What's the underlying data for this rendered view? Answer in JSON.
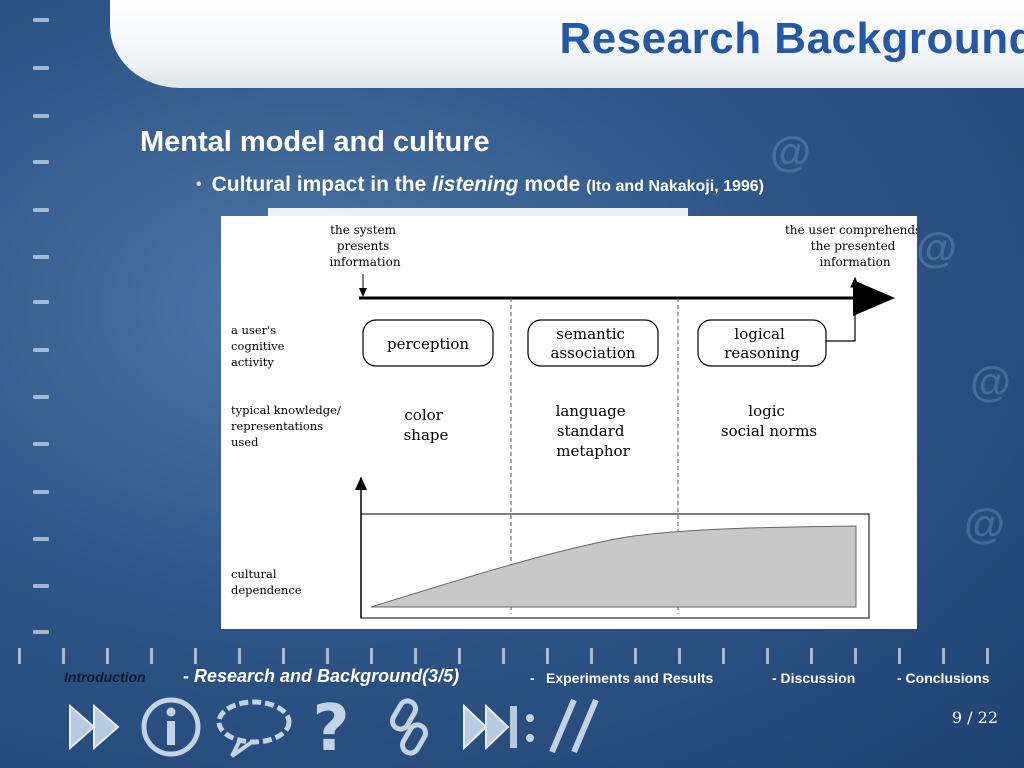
{
  "slide": {
    "title": "Research Background",
    "heading": "Mental model and culture",
    "bullet": {
      "prefix": "Cultural impact in the ",
      "emphasis": "listening",
      "suffix": " mode ",
      "citation": "(Ito and Nakakoji, 1996)"
    }
  },
  "figure": {
    "top_left_label": [
      "the system",
      "presents",
      "information"
    ],
    "top_right_label": [
      "the user comprehends",
      "the presented",
      "information"
    ],
    "row_labels": {
      "activity": [
        "a user's",
        "cognitive",
        "activity"
      ],
      "knowledge": [
        "typical knowledge/",
        "representations",
        "used"
      ],
      "cultural": [
        "cultural",
        "dependence"
      ]
    },
    "boxes": [
      {
        "lines": [
          "perception"
        ]
      },
      {
        "lines": [
          "semantic",
          "association"
        ]
      },
      {
        "lines": [
          "logical",
          "reasoning"
        ]
      }
    ],
    "knowledge": [
      [
        "color",
        "shape"
      ],
      [
        "language",
        "standard",
        "metaphor"
      ],
      [
        "logic",
        "social norms"
      ]
    ]
  },
  "nav": {
    "intro": "Introduction",
    "current": "- Research and Background(3/5)",
    "sep": "-",
    "experiments": "Experiments and Results",
    "discussion": "- Discussion",
    "conclusions": "- Conclusions"
  },
  "page_number": "9 / 22",
  "icons": [
    "fast-forward-icon",
    "info-icon",
    "speech-bubble-icon",
    "question-icon",
    "link-icon",
    "skip-end-icon"
  ],
  "colors": {
    "title": "#2557a7",
    "background": "#2f5688",
    "fill": "#c8c8c8"
  }
}
